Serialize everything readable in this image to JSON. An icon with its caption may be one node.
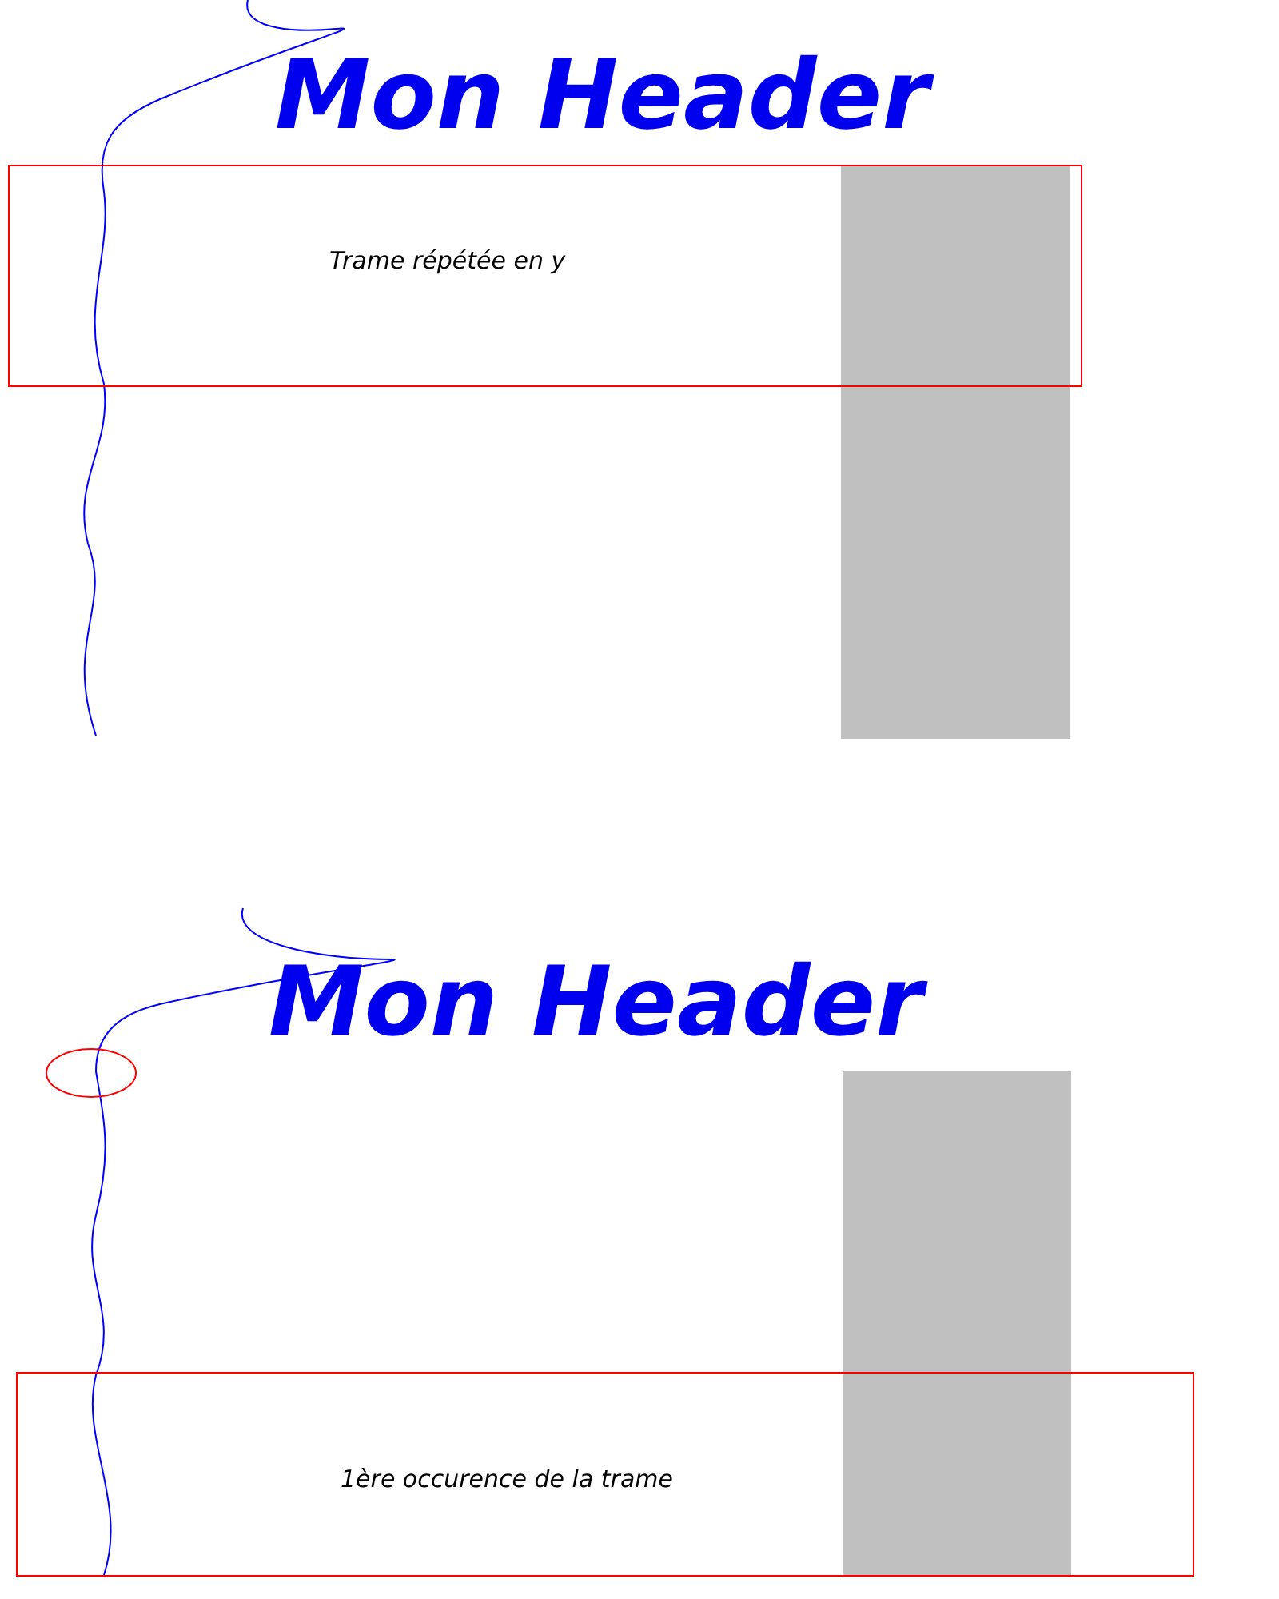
{
  "diagram": {
    "nodes": [
      {
        "text": [
          "Trame répétée en y"
        ]
      },
      {
        "text": [],
        "shape": "bar"
      },
      {
        "text": [],
        "shape": "bar"
      },
      {
        "text": [
          "1ère occurence de la trame"
        ]
      }
    ],
    "labels": [
      "Mon Header",
      "Mon Header"
    ]
  }
}
